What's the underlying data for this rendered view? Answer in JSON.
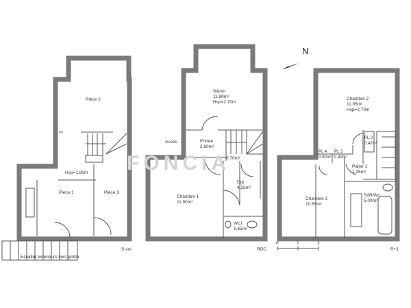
{
  "watermark": "FONCIA",
  "colors": {
    "wall": "#7a7a7a",
    "line": "#555555",
    "text": "#333333"
  },
  "compass": {
    "label": "N",
    "icon": "north-arrow-icon"
  },
  "levels": [
    {
      "name": "S-sol",
      "rooms": [
        {
          "name": "Pièce 2"
        },
        {
          "name": "Hsp=1.80m"
        },
        {
          "name": "Pièce 1"
        },
        {
          "name": "Pièce 3"
        }
      ],
      "stairs_label": "Escalier exterieurs vers jardin"
    },
    {
      "name": "RDC",
      "access_label": "Accès",
      "rooms": [
        {
          "name": "Séjour",
          "area": "11.80m²",
          "height": "Hsp=2.70m"
        },
        {
          "name": "Entrée",
          "area": "2.60m²"
        },
        {
          "name": "",
          "area": "0.70m²"
        },
        {
          "name": "Dgt",
          "area": "4.25m²"
        },
        {
          "name": "Chambre 1",
          "area": "11.90m²"
        },
        {
          "name": "Wc1",
          "area": "1.65m²"
        }
      ]
    },
    {
      "name": "R+1",
      "rooms": [
        {
          "name": "Chambre 2",
          "area": "11.05m²",
          "height": "Hsp=2.70m"
        },
        {
          "name": "PL 2",
          "area": "0.42m²"
        },
        {
          "name": "PL 4",
          "area": "0.30m²"
        },
        {
          "name": "PL 3",
          "area": "0.30m²"
        },
        {
          "name": "Palier 1",
          "area": "1.25m²"
        },
        {
          "name": "Chambre 3",
          "area": "10.65m²"
        },
        {
          "name": "SdB/Wc",
          "area": "5.00m²"
        }
      ]
    }
  ],
  "scale_bar": {
    "ticks": [
      "0",
      "1",
      "2"
    ]
  }
}
